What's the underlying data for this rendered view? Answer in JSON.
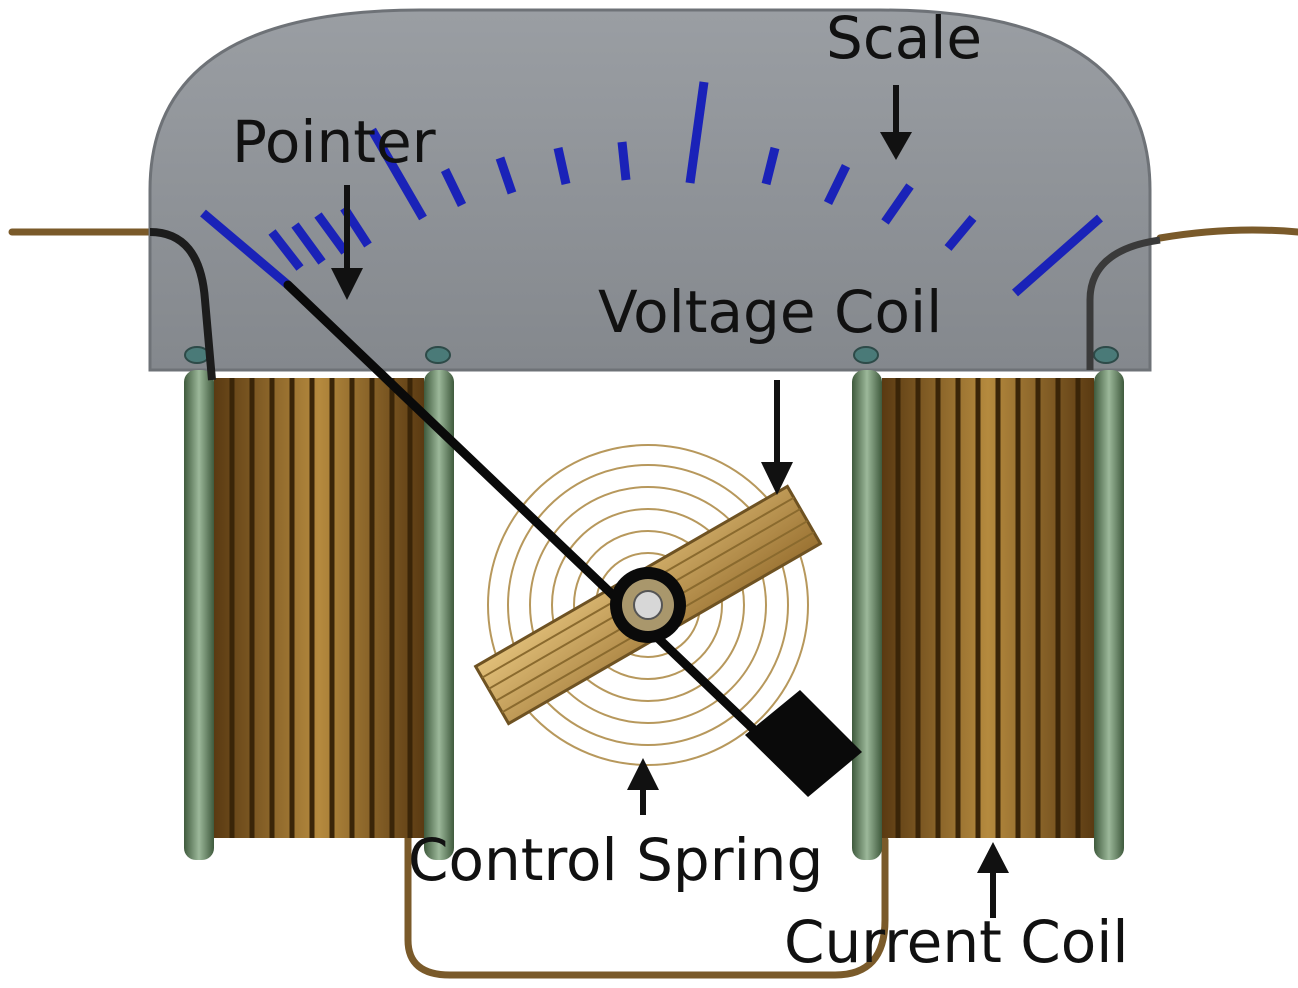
{
  "labels": {
    "scale": "Scale",
    "pointer": "Pointer",
    "voltage_coil": "Voltage Coil",
    "control_spring": "Control Spring",
    "current_coil": "Current Coil"
  },
  "colors": {
    "dial_face": "#8e9296",
    "scale_ticks": "#1a22b8",
    "coil_copper": "#8a6228",
    "coil_frame": "#6f8f6a",
    "wire": "#7a5a2a",
    "pointer": "#0a0a0a",
    "vane": "#c9a25a",
    "label_text": "#111111"
  }
}
